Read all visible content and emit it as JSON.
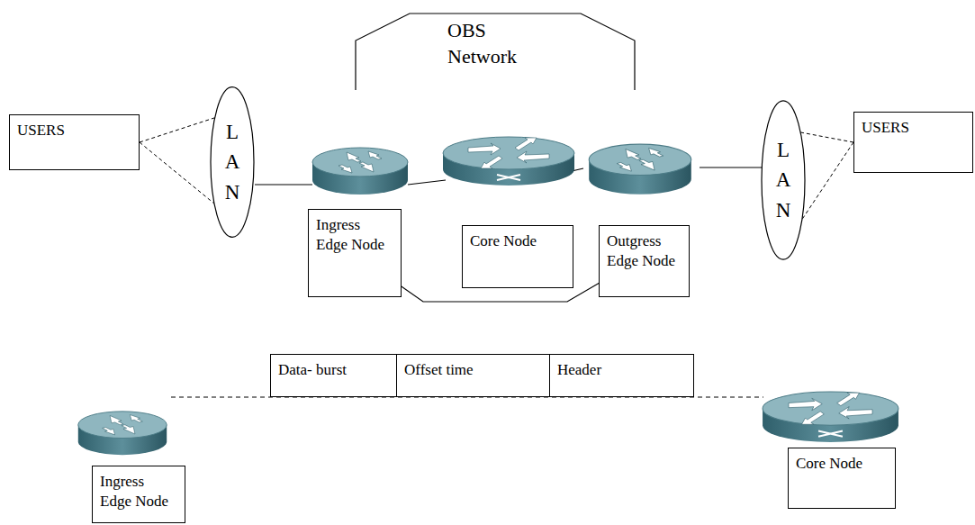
{
  "diagram": {
    "nodes": [
      {
        "text": [
          "USERS"
        ]
      },
      {
        "text": [
          "L A N"
        ]
      },
      {
        "text": [
          "Ingress Edge Node"
        ]
      },
      {
        "text": [
          "Core Node"
        ]
      },
      {
        "text": [
          "Outgress Edge Node"
        ]
      },
      {
        "text": [
          "L A N"
        ]
      },
      {
        "text": [
          "USERS"
        ]
      },
      {
        "text": [
          "Data- burst"
        ]
      },
      {
        "text": [
          "Offset time"
        ]
      },
      {
        "text": [
          "Header"
        ]
      },
      {
        "text": [
          "Ingress Edge Node"
        ]
      },
      {
        "text": [
          "Core Node"
        ]
      }
    ],
    "edges": [
      {
        "from": 0,
        "to": 1,
        "arrow": "none"
      },
      {
        "from": 5,
        "to": 6,
        "arrow": "none"
      }
    ],
    "labels": [
      "OBS Network"
    ]
  }
}
